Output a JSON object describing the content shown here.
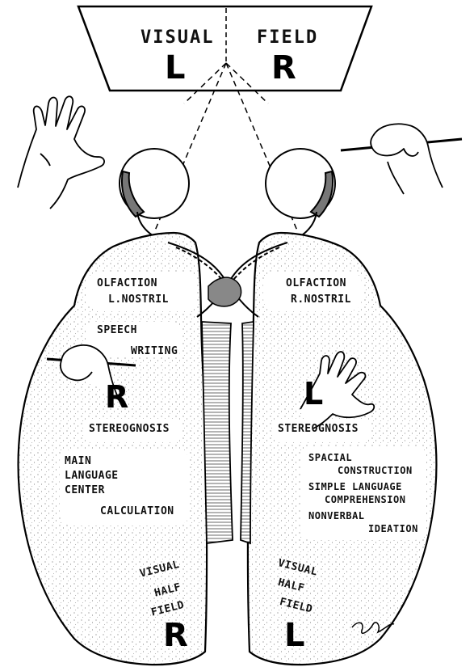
{
  "visual_field": {
    "left_word": "VISUAL",
    "right_word": "FIELD",
    "left_letter": "L",
    "right_letter": "R"
  },
  "left_hemisphere": {
    "olfaction": "OLFACTION",
    "nostril": "L.NOSTRIL",
    "speech": "SPEECH",
    "writing": "WRITING",
    "hand_letter": "R",
    "stereognosis": "STEREOGNOSIS",
    "language_1": "MAIN",
    "language_2": "LANGUAGE",
    "language_3": "CENTER",
    "calculation": "CALCULATION",
    "half_field_1": "VISUAL",
    "half_field_2": "HALF",
    "half_field_3": "FIELD",
    "half_field_letter": "R"
  },
  "right_hemisphere": {
    "olfaction": "OLFACTION",
    "nostril": "R.NOSTRIL",
    "hand_letter": "L",
    "stereognosis": "STEREOGNOSIS",
    "spacial_1": "SPACIAL",
    "spacial_2": "CONSTRUCTION",
    "simple_1": "SIMPLE LANGUAGE",
    "simple_2": "COMPREHENSION",
    "nonverbal_1": "NONVERBAL",
    "nonverbal_2": "IDEATION",
    "half_field_1": "VISUAL",
    "half_field_2": "HALF",
    "half_field_3": "FIELD",
    "half_field_letter": "L"
  },
  "colors": {
    "ink": "#111111",
    "paper": "#ffffff",
    "shade": "#888888"
  },
  "icons": [
    "open-hand-icon",
    "writing-hand-icon",
    "eyeball-icon",
    "brain-hemisphere-icon"
  ]
}
